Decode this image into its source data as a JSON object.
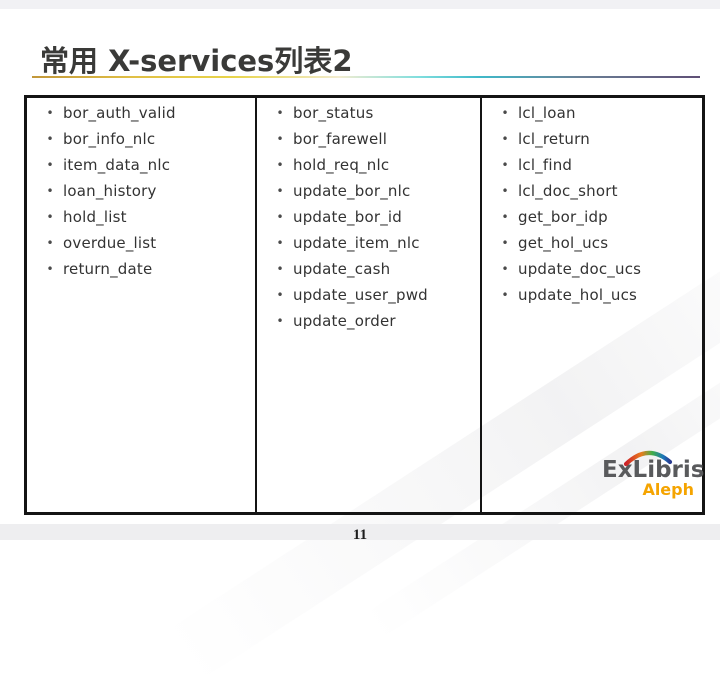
{
  "title": "常用 X-services列表2",
  "page_number": "11",
  "bullet_char": "•",
  "table": {
    "columns": [
      {
        "items": [
          "bor_auth_valid",
          "bor_info_nlc",
          "item_data_nlc",
          "loan_history",
          "hold_list",
          "overdue_list",
          "return_date"
        ]
      },
      {
        "items": [
          "bor_status",
          "bor_farewell",
          "hold_req_nlc",
          "update_bor_nlc",
          "update_bor_id",
          "update_item_nlc",
          "update_cash",
          "update_user_pwd",
          "update_order"
        ]
      },
      {
        "items": [
          "lcl_loan",
          "lcl_return",
          "lcl_find",
          "lcl_doc_short",
          "get_bor_idp",
          "get_hol_ucs",
          "update_doc_ucs",
          "update_hol_ucs"
        ]
      }
    ]
  },
  "logo": {
    "brand": "ExLibris",
    "product": "Aleph"
  },
  "colors": {
    "title_text": "#3a3a38",
    "body_text": "#333333",
    "table_border": "#141414",
    "logo_gray": "#595a5c",
    "logo_orange": "#f5a400",
    "arc_gradient": [
      "#cc2229",
      "#e87d1e",
      "#3fae49",
      "#1b75bb"
    ],
    "rule_gradient": [
      "#c2973a",
      "#e8d44a",
      "#f2ecd0",
      "#7fdede",
      "#3fb9c9",
      "#6a8096",
      "#5f4f76"
    ]
  }
}
